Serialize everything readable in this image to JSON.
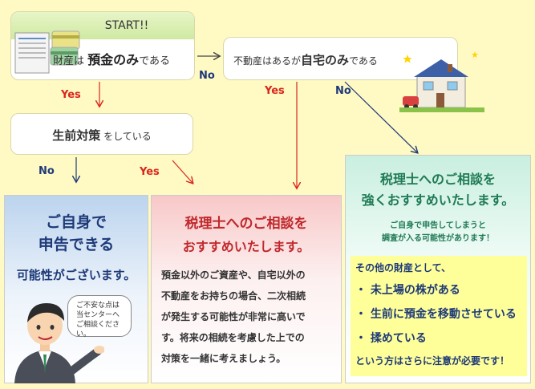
{
  "start": {
    "heading": "START!!",
    "line_pre": "財産は",
    "line_big": "預金のみ",
    "line_post": "である"
  },
  "house_question": {
    "pre": "不動産はあるが",
    "big": "自宅のみ",
    "post": "である"
  },
  "seizen_question": {
    "big": "生前対策",
    "post": "をしている"
  },
  "labels": {
    "start_no": "No",
    "start_yes": "Yes",
    "house_yes": "Yes",
    "house_no": "No",
    "seizen_no": "No",
    "seizen_yes": "Yes"
  },
  "blue_panel": {
    "line1": "ご自身で",
    "line2": "申告できる",
    "line3": "可能性がございます。",
    "bubble": [
      "ご不安な点は",
      "当センターへ",
      "ご相談ください。"
    ]
  },
  "red_panel": {
    "title1": "税理士へのご相談を",
    "title2": "おすすめいたします。",
    "body": [
      "預金以外のご資産や、自宅以外の",
      "不動産をお持ちの場合、二次相続",
      "が発生する可能性が非常に高いで",
      "す。将来の相続を考慮した上での",
      "対策を一緒に考えましょう。"
    ]
  },
  "green_panel": {
    "title1": "税理士へのご相談を",
    "title2": "強くおすすめいたします。",
    "note1": "ご自身で申告してしまうと",
    "note2": "調査が入る可能性があります！",
    "intro": "その他の財産として、",
    "items": [
      "・ 未上場の株がある",
      "・ 生前に預金を移動させている",
      "・ 揉めている"
    ],
    "outro": "という方はさらに注意が必要です！"
  },
  "colors": {
    "background": "#fff9c4",
    "yes": "#d9261c",
    "no": "#1e3a78",
    "red_title": "#c0282c",
    "green_title": "#1f7a55"
  },
  "icons": [
    "bank-cards-icon",
    "house-icon",
    "businessman-icon"
  ]
}
